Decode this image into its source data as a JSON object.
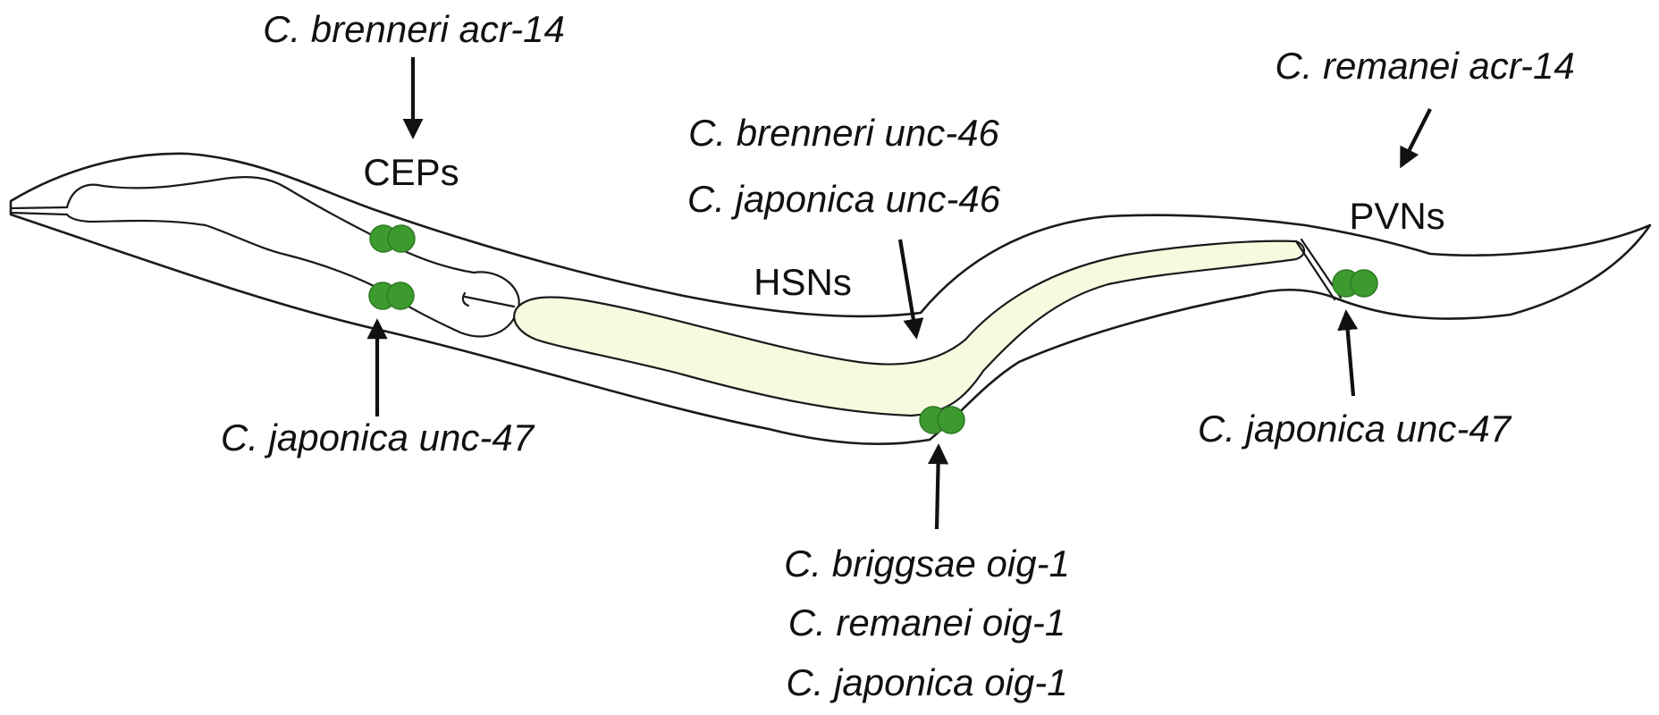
{
  "labels": {
    "top_left": "C. brenneri acr-14",
    "ceps": "CEPs",
    "bottom_left": "C. japonica unc-47",
    "mid_top_1": "C. brenneri unc-46",
    "mid_top_2": "C. japonica unc-46",
    "hsns": "HSNs",
    "bottom_mid_1": "C. briggsae oig-1",
    "bottom_mid_2": "C. remanei oig-1",
    "bottom_mid_3": "C. japonica oig-1",
    "top_right": "C. remanei acr-14",
    "pvns": "PVNs",
    "bottom_right": "C. japonica unc-47"
  },
  "colors": {
    "neuron_fill": "#3d9a2f",
    "neuron_stroke": "#2d7a22",
    "intestine_fill": "#f7fadf",
    "outline": "#1a1a1a"
  }
}
